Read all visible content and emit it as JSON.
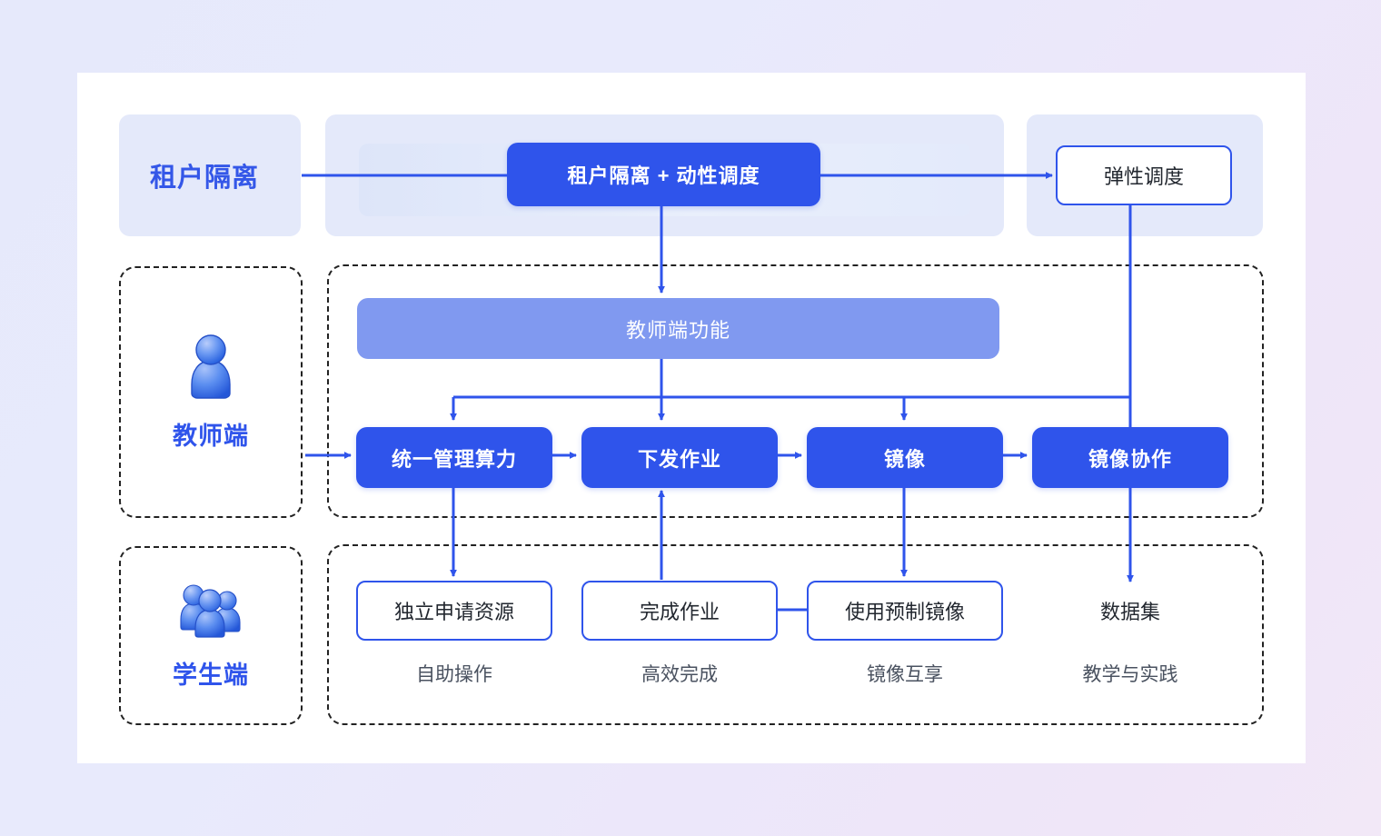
{
  "theme": {
    "accent": "#2f54eb",
    "accent_soft": "#8099f0",
    "panel_bg": "#e4e9fa",
    "text_dark": "#22272f",
    "caption_gray": "#4a5260",
    "card_bg": "#ffffff",
    "page_bg_from": "#e6e9fb",
    "page_bg_to": "#f2e8f7"
  },
  "top_row": {
    "left_label": "租户隔离",
    "center_node": "租户隔离 + 动性调度",
    "right_node": "弹性调度"
  },
  "teacher_section": {
    "role_label": "教师端",
    "role_icon": "single-user-icon",
    "feature_bar": "教师端功能",
    "nodes": [
      {
        "label": "统一管理算力"
      },
      {
        "label": "下发作业"
      },
      {
        "label": "镜像"
      },
      {
        "label": "镜像协作"
      }
    ]
  },
  "student_section": {
    "role_label": "学生端",
    "role_icon": "multi-user-icon",
    "nodes": [
      {
        "label": "独立申请资源",
        "caption": "自助操作",
        "boxed": true
      },
      {
        "label": "完成作业",
        "caption": "高效完成",
        "boxed": true
      },
      {
        "label": "使用预制镜像",
        "caption": "镜像互享",
        "boxed": true
      },
      {
        "label": "数据集",
        "caption": "教学与实践",
        "boxed": false
      }
    ]
  }
}
